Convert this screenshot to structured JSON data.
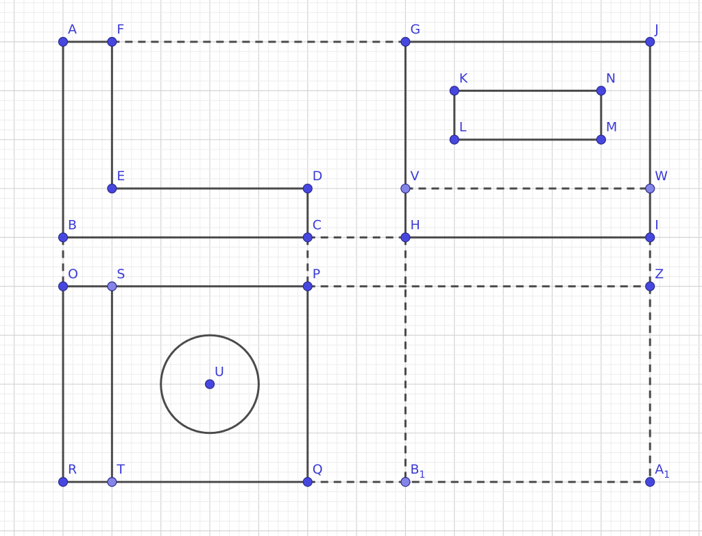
{
  "colors": {
    "background": "#ffffff",
    "grid_minor": "#ececec",
    "grid_major": "#d4d4d4",
    "stroke": "#4a4a4a",
    "point_dark": "#4747e0",
    "point_light": "#8585e8",
    "point_edge": "#2a2a8a",
    "label": "#3a3ad6"
  },
  "points": [
    {
      "id": "A",
      "label": "A",
      "type": "dark"
    },
    {
      "id": "F",
      "label": "F",
      "type": "dark"
    },
    {
      "id": "G",
      "label": "G",
      "type": "dark"
    },
    {
      "id": "J",
      "label": "J",
      "type": "dark"
    },
    {
      "id": "K",
      "label": "K",
      "type": "dark"
    },
    {
      "id": "N",
      "label": "N",
      "type": "dark"
    },
    {
      "id": "L",
      "label": "L",
      "type": "dark"
    },
    {
      "id": "M",
      "label": "M",
      "type": "dark"
    },
    {
      "id": "E",
      "label": "E",
      "type": "dark"
    },
    {
      "id": "D",
      "label": "D",
      "type": "dark"
    },
    {
      "id": "V",
      "label": "V",
      "type": "light"
    },
    {
      "id": "W",
      "label": "W",
      "type": "light"
    },
    {
      "id": "B",
      "label": "B",
      "type": "dark"
    },
    {
      "id": "C",
      "label": "C",
      "type": "dark"
    },
    {
      "id": "H",
      "label": "H",
      "type": "dark"
    },
    {
      "id": "I",
      "label": "I",
      "type": "dark"
    },
    {
      "id": "O",
      "label": "O",
      "type": "dark"
    },
    {
      "id": "S",
      "label": "S",
      "type": "light"
    },
    {
      "id": "P",
      "label": "P",
      "type": "dark"
    },
    {
      "id": "Z",
      "label": "Z",
      "type": "dark"
    },
    {
      "id": "U",
      "label": "U",
      "type": "dark"
    },
    {
      "id": "R",
      "label": "R",
      "type": "dark"
    },
    {
      "id": "T",
      "label": "T",
      "type": "light"
    },
    {
      "id": "Q",
      "label": "Q",
      "type": "dark"
    },
    {
      "id": "B1",
      "label": "B",
      "sub": "1",
      "type": "light"
    },
    {
      "id": "A1",
      "label": "A",
      "sub": "1",
      "type": "dark"
    }
  ],
  "segments": [
    {
      "from": "A",
      "to": "F",
      "style": "solid"
    },
    {
      "from": "F",
      "to": "G",
      "style": "dashed"
    },
    {
      "from": "G",
      "to": "J",
      "style": "solid"
    },
    {
      "from": "A",
      "to": "B",
      "style": "solid"
    },
    {
      "from": "F",
      "to": "E",
      "style": "solid"
    },
    {
      "from": "E",
      "to": "D",
      "style": "solid"
    },
    {
      "from": "D",
      "to": "C",
      "style": "solid"
    },
    {
      "from": "B",
      "to": "C",
      "style": "solid"
    },
    {
      "from": "C",
      "to": "H",
      "style": "dashed"
    },
    {
      "from": "H",
      "to": "I",
      "style": "solid"
    },
    {
      "from": "G",
      "to": "H",
      "style": "solid"
    },
    {
      "from": "J",
      "to": "I",
      "style": "solid"
    },
    {
      "from": "V",
      "to": "W",
      "style": "dashed"
    },
    {
      "from": "K",
      "to": "N",
      "style": "solid"
    },
    {
      "from": "N",
      "to": "M",
      "style": "solid"
    },
    {
      "from": "M",
      "to": "L",
      "style": "solid"
    },
    {
      "from": "L",
      "to": "K",
      "style": "solid"
    },
    {
      "from": "B",
      "to": "O",
      "style": "dashed"
    },
    {
      "from": "C",
      "to": "P",
      "style": "dashed"
    },
    {
      "from": "I",
      "to": "Z",
      "style": "dashed"
    },
    {
      "from": "O",
      "to": "P",
      "style": "solid"
    },
    {
      "from": "P",
      "to": "Z",
      "style": "dashed"
    },
    {
      "from": "O",
      "to": "R",
      "style": "solid"
    },
    {
      "from": "S",
      "to": "T",
      "style": "solid"
    },
    {
      "from": "P",
      "to": "Q",
      "style": "solid"
    },
    {
      "from": "R",
      "to": "Q",
      "style": "solid"
    },
    {
      "from": "Q",
      "to": "A1",
      "style": "dashed"
    },
    {
      "from": "H",
      "to": "B1",
      "style": "dashed"
    },
    {
      "from": "Z",
      "to": "A1",
      "style": "dashed"
    }
  ],
  "circles": [
    {
      "center": "U",
      "radius_units": 1
    }
  ]
}
